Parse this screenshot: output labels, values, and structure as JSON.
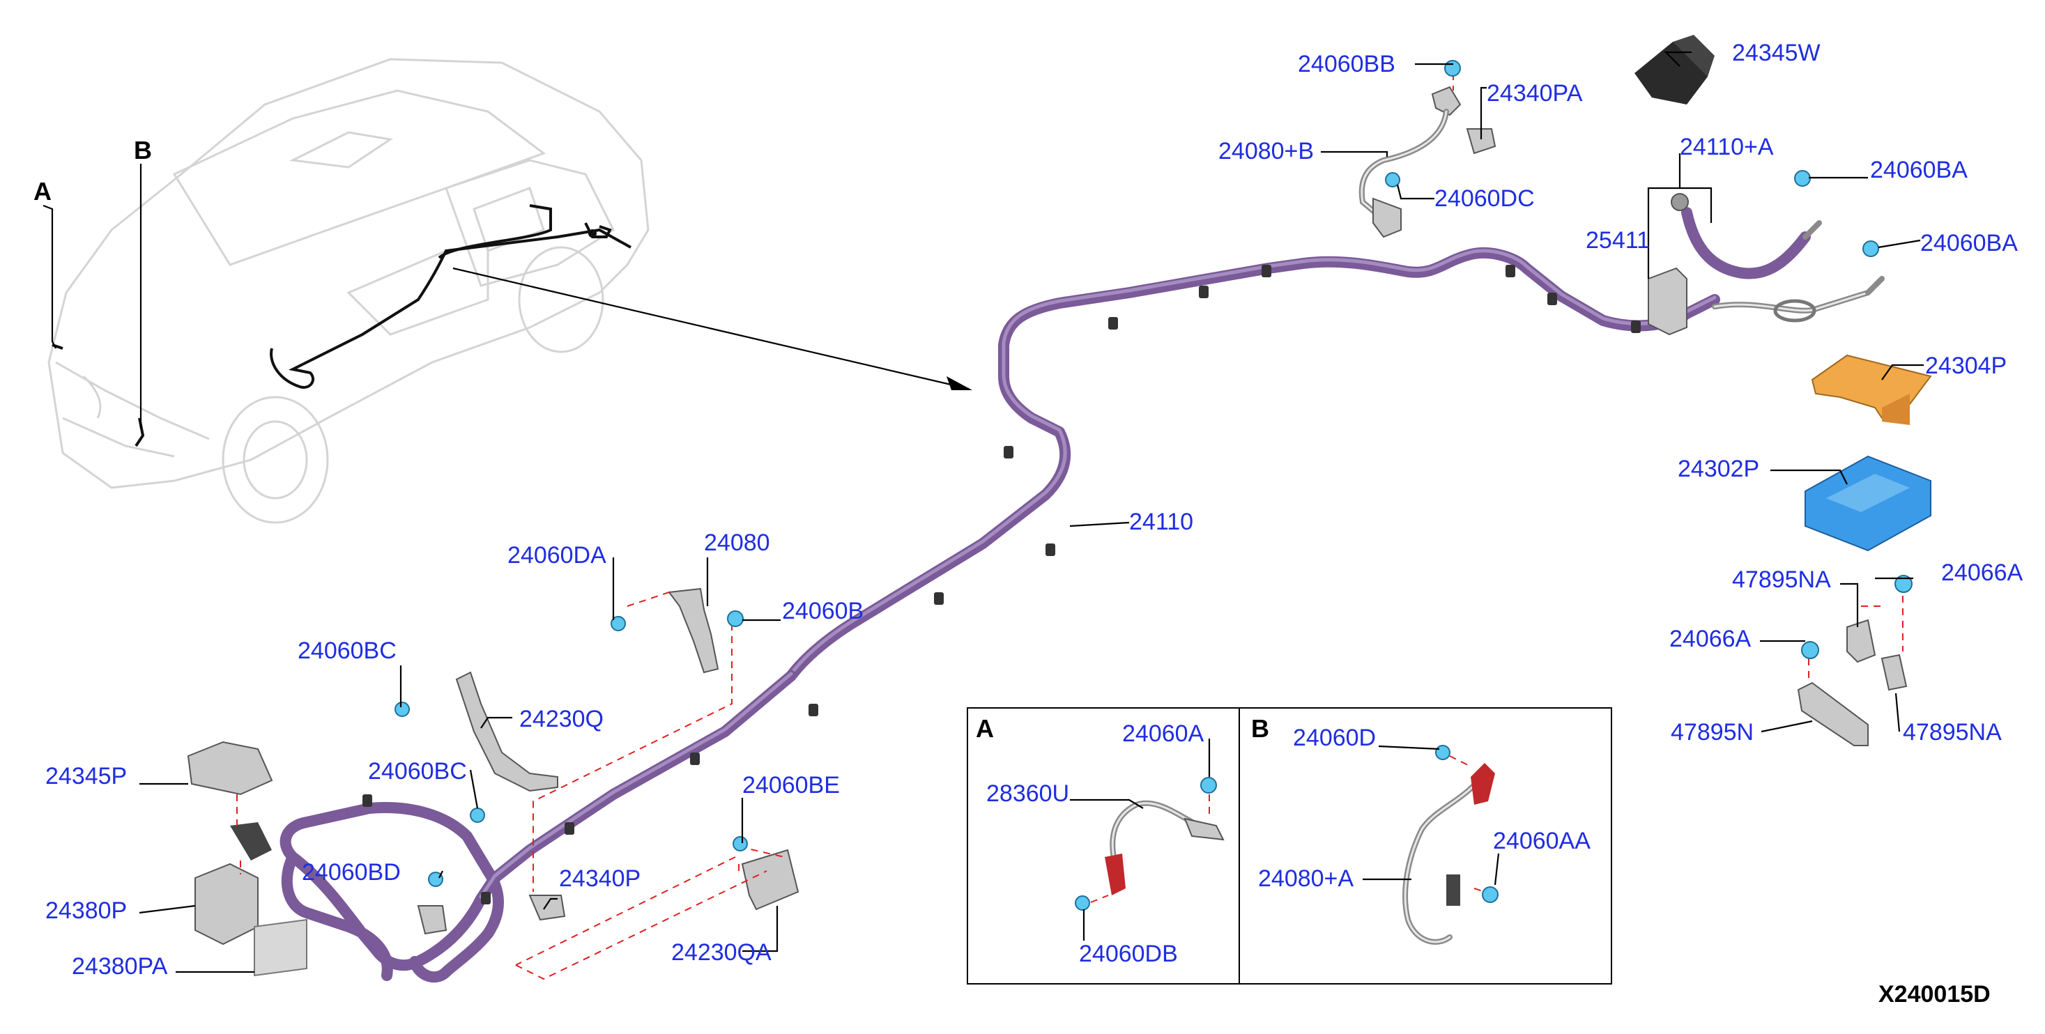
{
  "diagram_code": "X240015D",
  "view_letters": {
    "a": "A",
    "b": "B"
  },
  "parts": {
    "p24060BB": "24060BB",
    "p24340PA": "24340PA",
    "p24345W": "24345W",
    "p24080B": "24080+B",
    "p24060DC": "24060DC",
    "p24110A": "24110+A",
    "p24060BA_1": "24060BA",
    "p24060BA_2": "24060BA",
    "p25411": "25411",
    "p24304P": "24304P",
    "p24302P": "24302P",
    "p24110": "24110",
    "p47895NA_1": "47895NA",
    "p24066A_1": "24066A",
    "p24066A_2": "24066A",
    "p47895N": "47895N",
    "p47895NA_2": "47895NA",
    "p24060DA": "24060DA",
    "p24080": "24080",
    "p24060B": "24060B",
    "p24060BC_1": "24060BC",
    "p24230Q": "24230Q",
    "p24060BC_2": "24060BC",
    "p24060BE": "24060BE",
    "p24345P": "24345P",
    "p24060BD": "24060BD",
    "p24340P": "24340P",
    "p24380P": "24380P",
    "p24380PA": "24380PA",
    "p24230QA": "24230QA",
    "inset_a_24060A": "24060A",
    "inset_a_28360U": "28360U",
    "inset_a_24060DB": "24060DB",
    "inset_b_24060D": "24060D",
    "inset_b_24060AA": "24060AA",
    "inset_b_24080A": "24080+A"
  },
  "colors": {
    "label_blue": "#1f2de0",
    "harness_purple": "#7a5a98",
    "bolt_cyan": "#5cc8f0",
    "connector_red": "#c0282c",
    "bracket_orange": "#f0a040",
    "module_blue": "#3b9be8"
  }
}
